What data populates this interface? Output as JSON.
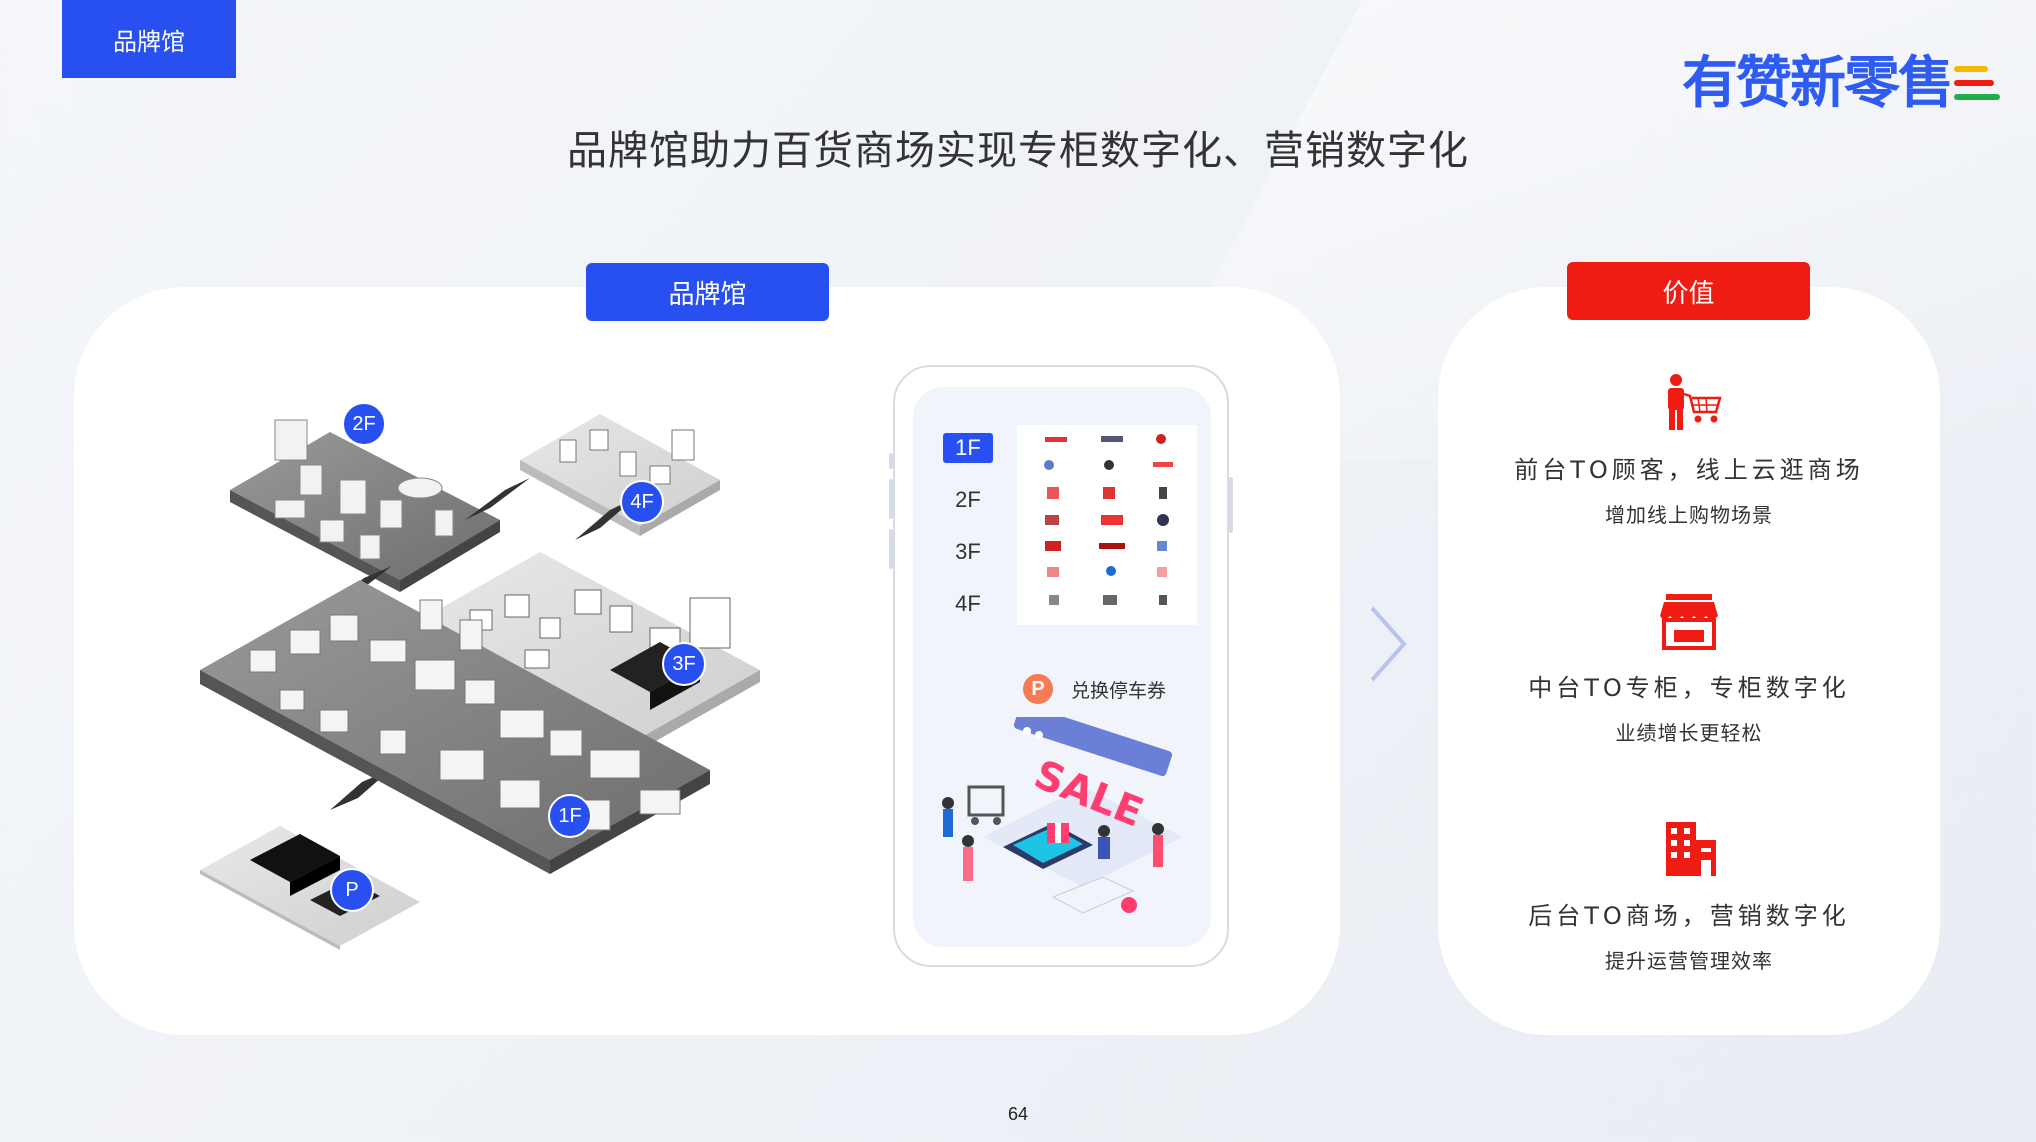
{
  "header": {
    "section_tag": "品牌馆",
    "logo_text": "有赞新零售"
  },
  "page_title": "品牌馆助力百货商场实现专柜数字化、营销数字化",
  "left_panel": {
    "label": "品牌馆",
    "mall_floors": [
      "2F",
      "4F",
      "3F",
      "1F",
      "P"
    ]
  },
  "phone": {
    "floors": [
      "1F",
      "2F",
      "3F",
      "4F"
    ],
    "active_floor": "1F",
    "parking_icon": "P",
    "parking_text": "兑换停车券",
    "sale_text": "SALE"
  },
  "right_panel": {
    "label": "价值",
    "items": [
      {
        "icon": "customer-cart-icon",
        "title": "前台TO顾客，线上云逛商场",
        "subtitle": "增加线上购物场景"
      },
      {
        "icon": "store-icon",
        "title": "中台TO专柜，专柜数字化",
        "subtitle": "业绩增长更轻松"
      },
      {
        "icon": "building-icon",
        "title": "后台TO商场，营销数字化",
        "subtitle": "提升运营管理效率"
      }
    ]
  },
  "colors": {
    "brand_blue": "#2850f0",
    "accent_red": "#ee1c12",
    "parking_orange": "#f57b56"
  },
  "page_number": "64"
}
